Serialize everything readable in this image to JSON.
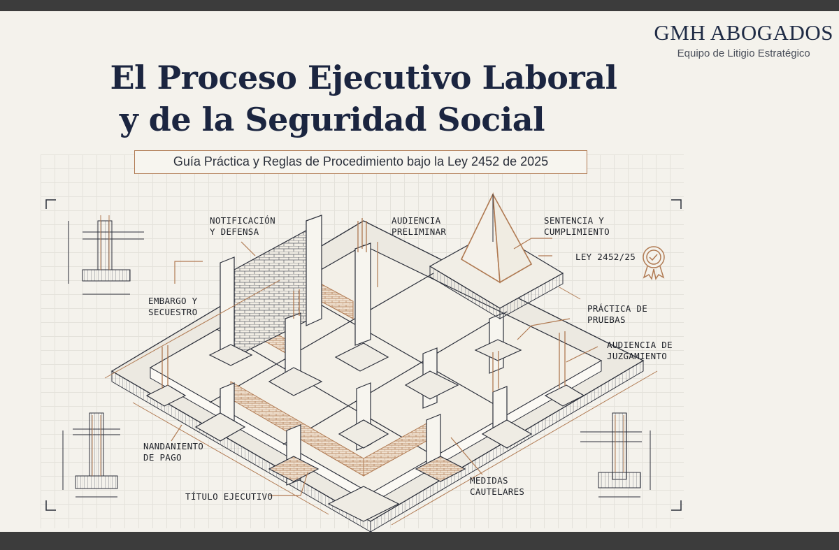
{
  "firm": {
    "name": "GMH ABOGADOS",
    "subtitle": "Equipo de Litigio Estratégico"
  },
  "title": {
    "line1": "El Proceso Ejecutivo Laboral",
    "line2": "y de la Seguridad Social"
  },
  "subtitle": "Guía Práctica y Reglas de Procedimiento bajo la Ley 2452 de 2025",
  "labels": {
    "notificacion": "NOTIFICACIÓN\nY DEFENSA",
    "audiencia_preliminar": "AUDIENCIA\nPRELIMINAR",
    "sentencia": "SENTENCIA Y\nCUMPLIMIENTO",
    "ley": "LEY 2452/25",
    "embargo": "EMBARGO Y\nSECUESTRO",
    "practica": "PRÁCTICA DE\nPRUEBAS",
    "audiencia_juzgamiento": "AUDIENCIA DE\nJUZGAMIENTO",
    "mandamiento": "NANDANIENTO\nDE PAGO",
    "titulo": "TÍTULO EJECUTIVO",
    "medidas": "MEDIDAS\nCAUTELARES"
  },
  "colors": {
    "navy": "#1b2540",
    "accent": "#b07a52",
    "paper": "#f4f2ec",
    "grid": "#e3e1da"
  },
  "icons": {
    "ribbon": "award-ribbon-icon"
  }
}
